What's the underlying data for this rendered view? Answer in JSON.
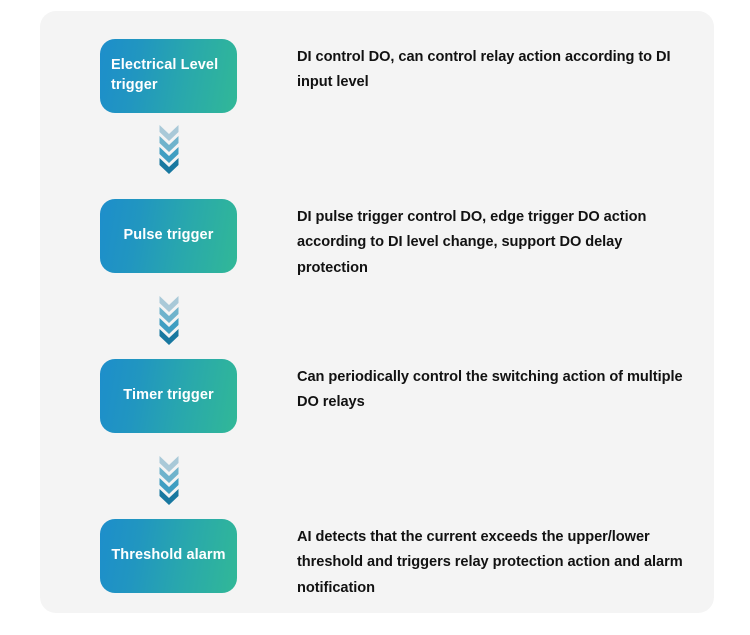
{
  "diagram": {
    "title": "DI/DO trigger modes flow",
    "background_color": "#f4f4f4",
    "page_background": "#ffffff",
    "pill_gradient_start": "#1d8ecb",
    "pill_gradient_end": "#31b897",
    "pill_text_color": "#ffffff",
    "description_text_color": "#121212",
    "connector_icon": "double-chevron-down-icon",
    "connector_colors": [
      "#a9c9d8",
      "#6fb3cc",
      "#3f9ec2",
      "#1878a0"
    ],
    "steps": [
      {
        "id": "electrical-level-trigger",
        "label": "Electrical Level trigger",
        "align": "left",
        "description": "DI control DO, can control relay action according to DI input level"
      },
      {
        "id": "pulse-trigger",
        "label": "Pulse trigger",
        "align": "center",
        "description": "DI pulse trigger control DO, edge trigger DO action according to DI level change, support DO delay protection"
      },
      {
        "id": "timer-trigger",
        "label": "Timer trigger",
        "align": "center",
        "description": "Can periodically control the switching action of multiple DO relays"
      },
      {
        "id": "threshold-alarm",
        "label": "Threshold alarm",
        "align": "center",
        "description": "AI detects that the current exceeds the upper/lower threshold and triggers relay protection action and alarm notification"
      }
    ]
  }
}
